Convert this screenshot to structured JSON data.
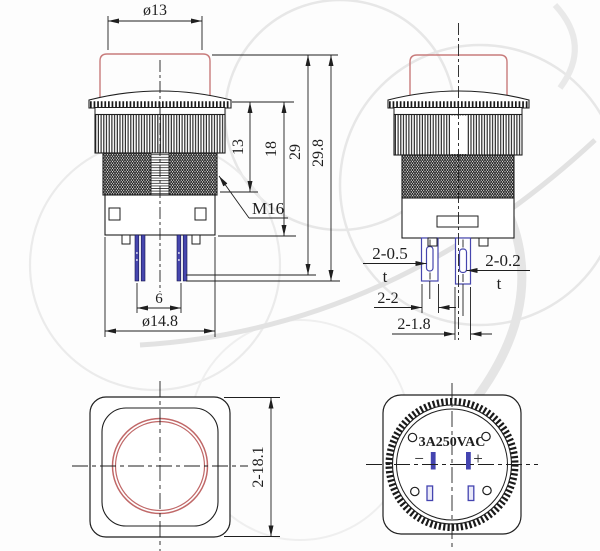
{
  "drawing": {
    "type": "push-button-switch-technical-drawing",
    "views": {
      "top_left": "side-view-with-pin-dimensions",
      "top_right": "side-view-with-terminal-dimensions",
      "bottom_left": "front-face-view",
      "bottom_right": "rear-terminal-view"
    }
  },
  "labels": {
    "cap_dia": "ø13",
    "dim_13": "13",
    "dim_18": "18",
    "dim_29": "29",
    "dim_29_8": "29.8",
    "thread_spec": "M16",
    "pin_gap": "6",
    "body_dia": "ø14.8",
    "term_a": "2-0.5",
    "term_a_sub": "t",
    "term_b": "2-0.2",
    "term_b_sub": "t",
    "slot_a": "2-2",
    "slot_b": "2-1.8",
    "bezel_size": "2-18.1",
    "rating": "3A250VAC",
    "minus": "−",
    "plus": "+"
  },
  "colors": {
    "line": "#1f1f1f",
    "red_outline": "#c87c7c",
    "red_circle": "#c06868",
    "blue_terminal": "#4646ae",
    "watermark": "#e7e7e7",
    "background": "#fdfdfd"
  }
}
